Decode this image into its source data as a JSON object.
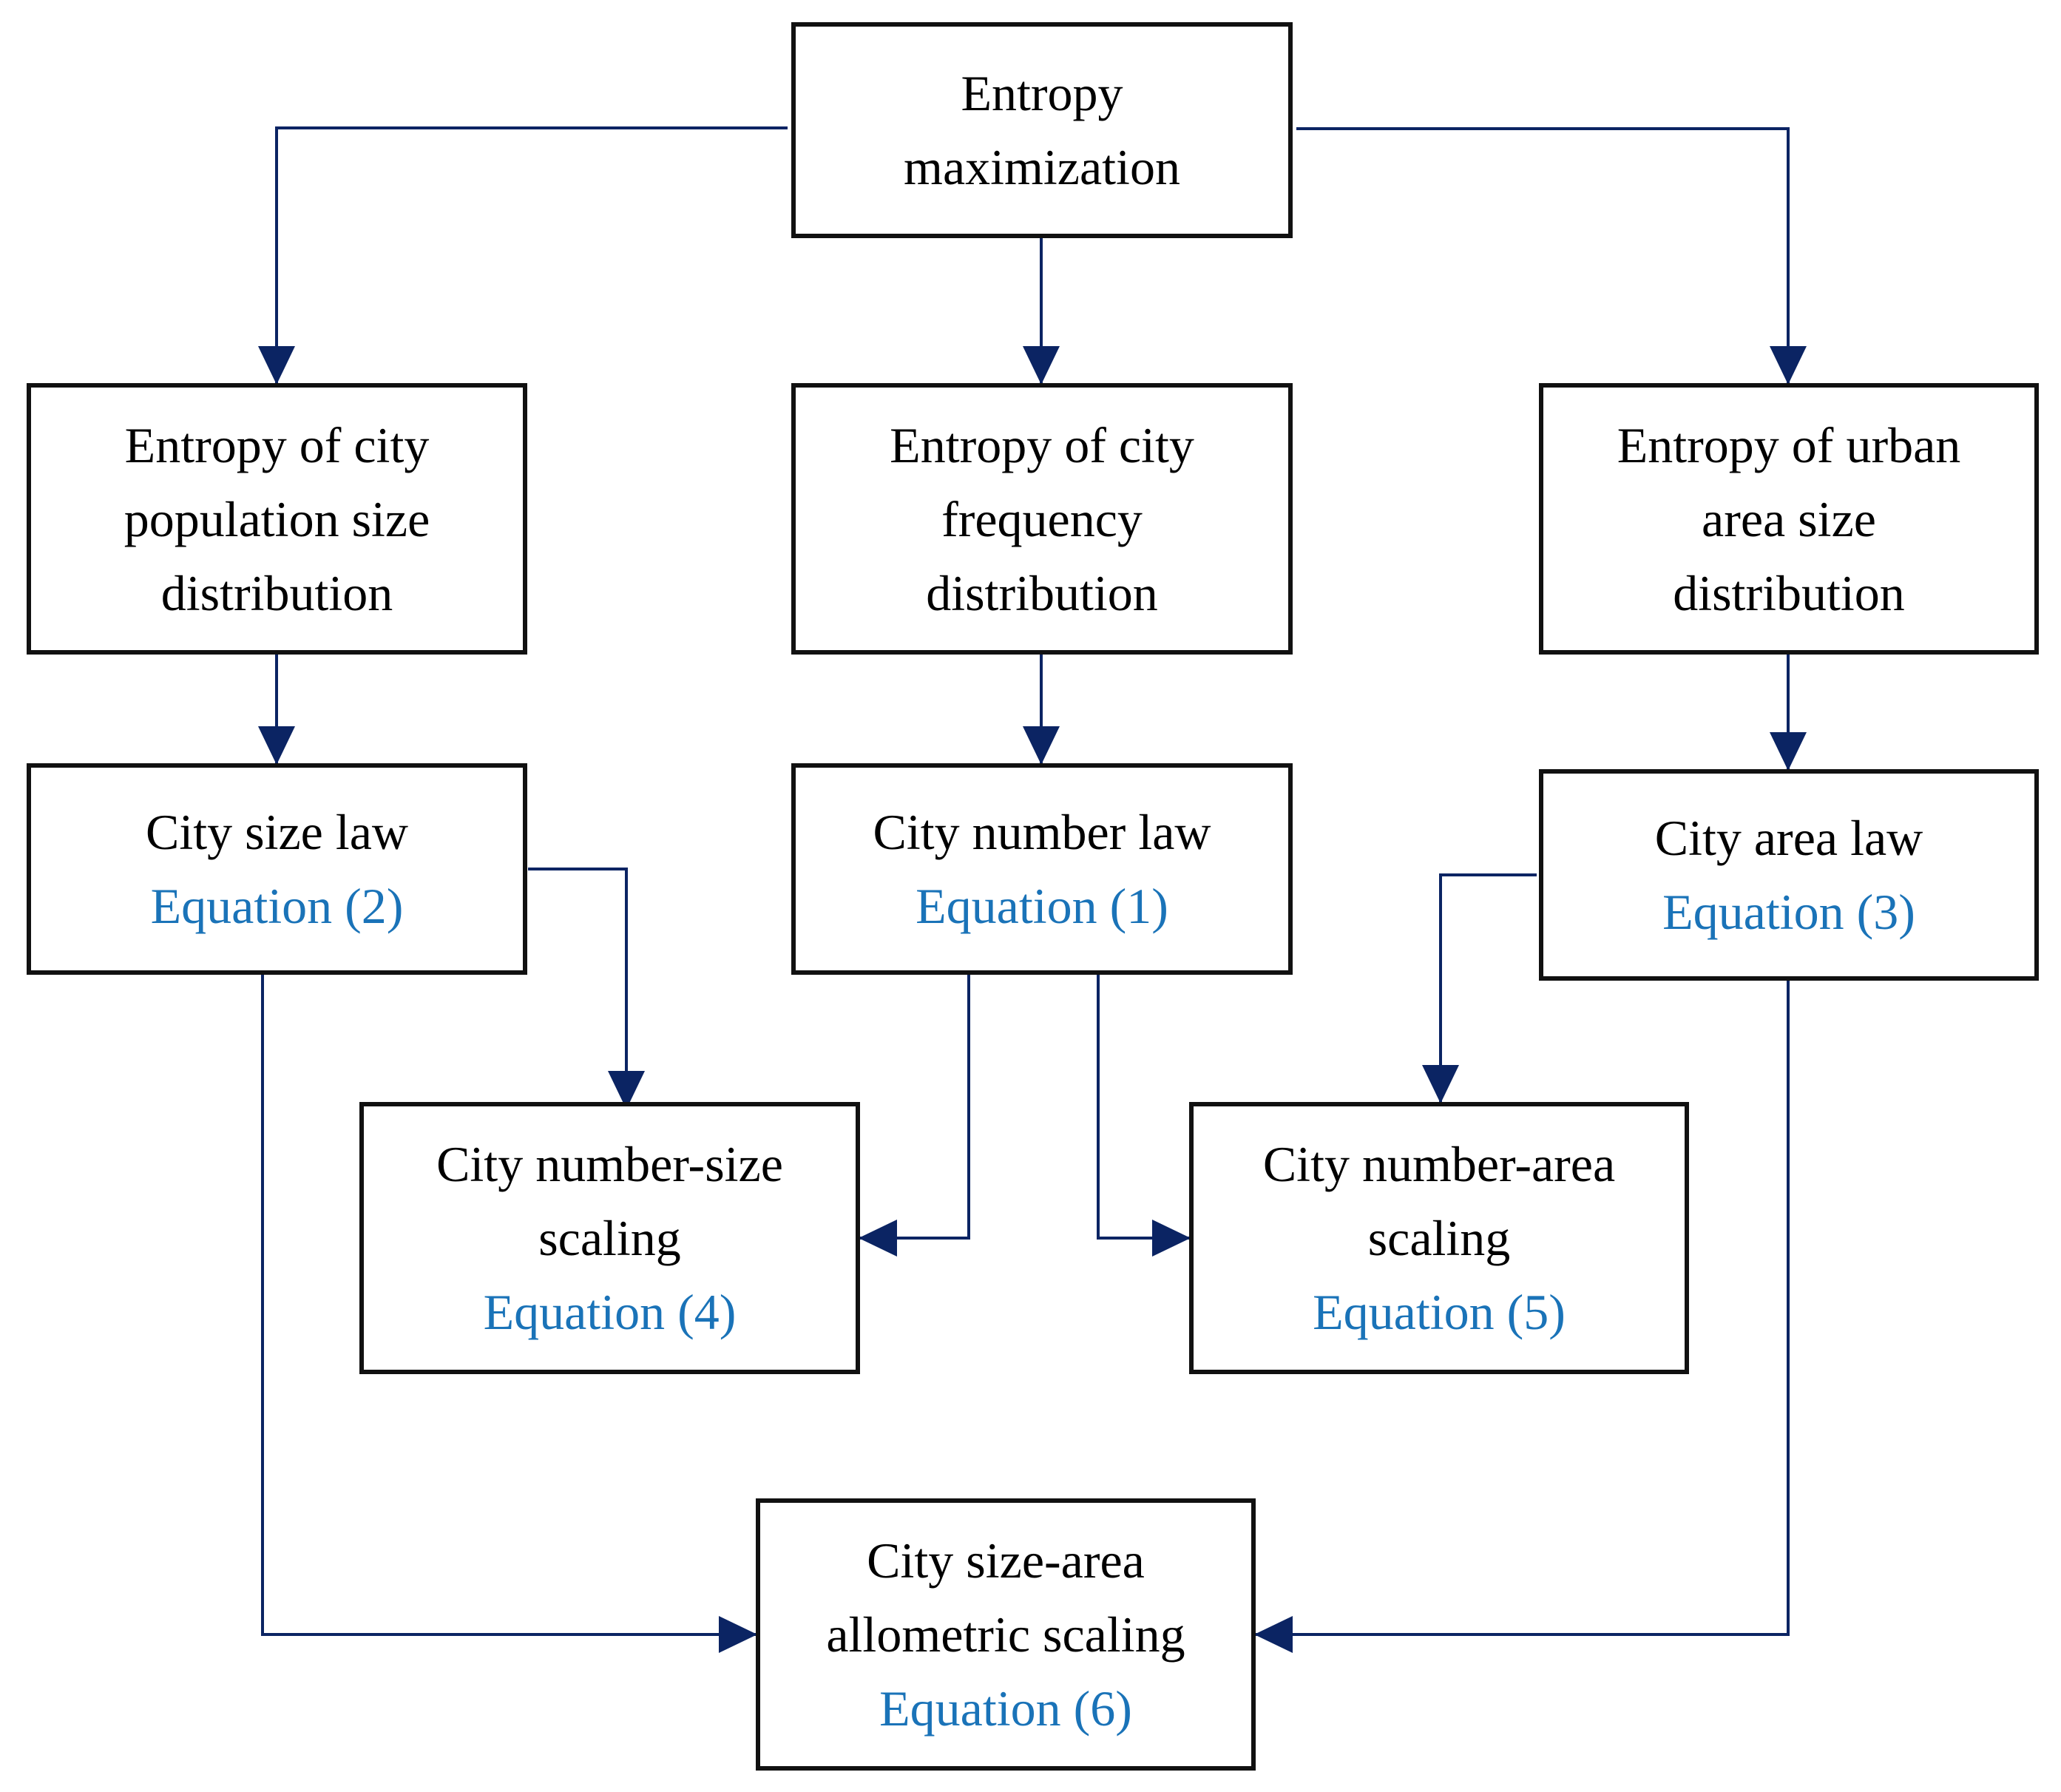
{
  "colors": {
    "arrow": "#0b2463",
    "box_border": "#111111",
    "text": "#000000",
    "equation": "#1a73b8"
  },
  "nodes": {
    "entropy_max": {
      "lines": [
        "Entropy",
        "maximization"
      ]
    },
    "entropy_pop": {
      "lines": [
        "Entropy of city",
        "population size",
        "distribution"
      ]
    },
    "entropy_freq": {
      "lines": [
        "Entropy of city",
        "frequency",
        "distribution"
      ]
    },
    "entropy_area": {
      "lines": [
        "Entropy of urban",
        "area size",
        "distribution"
      ]
    },
    "size_law": {
      "lines": [
        "City size law"
      ],
      "equation": "Equation (2)"
    },
    "number_law": {
      "lines": [
        "City number law"
      ],
      "equation": "Equation (1)"
    },
    "area_law": {
      "lines": [
        "City area law"
      ],
      "equation": "Equation (3)"
    },
    "number_size": {
      "lines": [
        "City number-size",
        "scaling"
      ],
      "equation": "Equation (4)"
    },
    "number_area": {
      "lines": [
        "City number-area",
        "scaling"
      ],
      "equation": "Equation (5)"
    },
    "size_area": {
      "lines": [
        "City size-area",
        "allometric scaling"
      ],
      "equation": "Equation (6)"
    }
  }
}
